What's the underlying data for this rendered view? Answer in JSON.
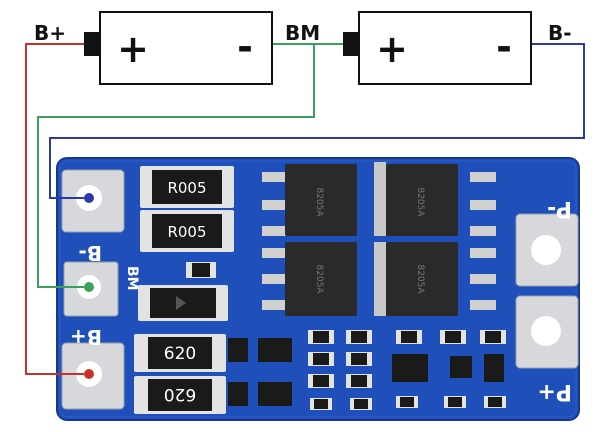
{
  "terminals": {
    "b_plus": "B+",
    "bm": "BM",
    "b_minus": "B-"
  },
  "cells": [
    {
      "plus": "+",
      "minus": "-"
    },
    {
      "plus": "+",
      "minus": "-"
    }
  ],
  "board": {
    "pad_labels": {
      "b_minus": "B-",
      "bm": "BM",
      "b_plus": "B+",
      "p_minus": "P-",
      "p_plus": "P+"
    },
    "resistors": [
      "R005",
      "R005"
    ],
    "capacitors": [
      "620",
      "620"
    ],
    "mosfet_marks": [
      "8205A",
      "8205A",
      "8205A",
      "8205A"
    ]
  },
  "colors": {
    "board": "#1f4fb8",
    "wire_red": "#c8322b",
    "wire_green": "#3aa05a",
    "wire_blue": "#2b3aa8"
  }
}
